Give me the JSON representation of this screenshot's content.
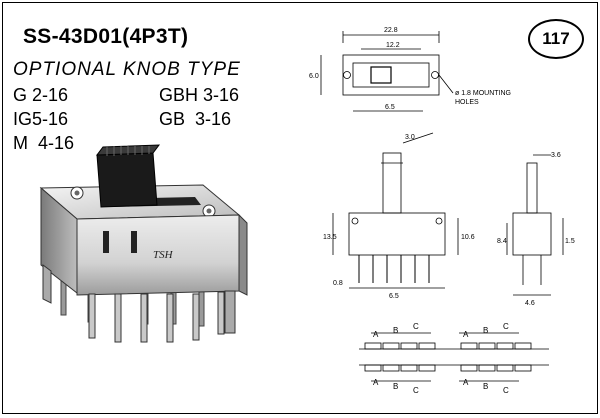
{
  "header": {
    "model": "SS-43D01(4P3T)",
    "subtitle": "OPTIONAL KNOB TYPE",
    "page_number": "117"
  },
  "knob_options": [
    {
      "code": "G",
      "range": "2-16"
    },
    {
      "code": "GBH",
      "range": "3-16"
    },
    {
      "code": "IG",
      "range": "5-16"
    },
    {
      "code": "GB",
      "range": "3-16"
    },
    {
      "code": "M",
      "range": "4-16"
    }
  ],
  "product_photo": {
    "brand_mark": "TSH"
  },
  "drawing": {
    "top_view_dims": [
      "22.8",
      "12.2",
      "6.5",
      "6.0"
    ],
    "note_lines": [
      "ø 1.8 MOUNTING",
      "HOLES"
    ],
    "front_view_dims": [
      "3.0",
      "13.5",
      "6.5",
      "10.6",
      "0.8"
    ],
    "side_view_dims": [
      "3.6",
      "1.5",
      "8.4",
      "4.6"
    ],
    "pin_labels": [
      "A",
      "B",
      "C",
      "A",
      "B",
      "C",
      "A",
      "B",
      "C",
      "A",
      "B",
      "C"
    ]
  },
  "colors": {
    "ink": "#000000",
    "metal_light": "#e8e8e8",
    "metal_dark": "#555555",
    "knob": "#1a1a1a"
  }
}
